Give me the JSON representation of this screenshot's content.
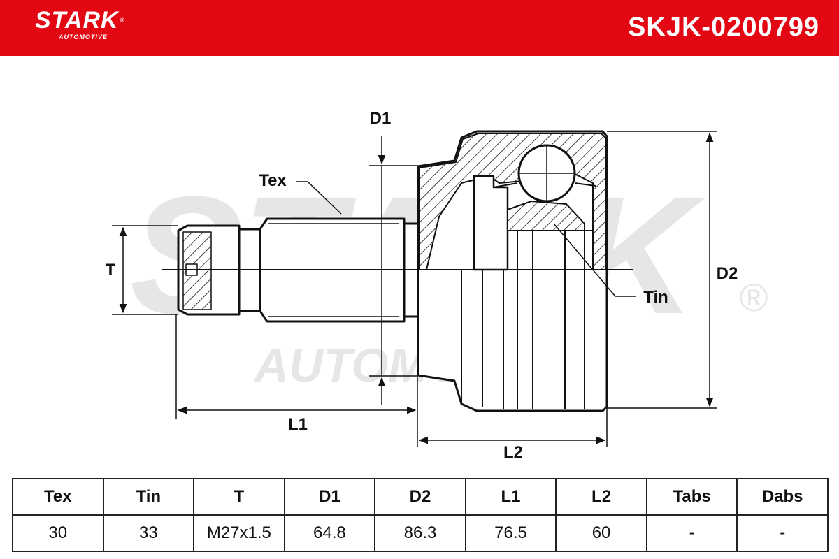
{
  "header": {
    "brand": "STARK",
    "brand_sub": "AUTOMOTIVE",
    "registered_mark": "®",
    "part_number": "SKJK-0200799"
  },
  "colors": {
    "brand_red": "#e30613",
    "watermark_gray": "#e6e6e6",
    "line_black": "#111111"
  },
  "watermark": {
    "brand": "STARK",
    "sub": "AUTOMOTIVE",
    "registered_mark": "®"
  },
  "diagram": {
    "labels": {
      "d1": "D1",
      "tex": "Tex",
      "t": "T",
      "d2": "D2",
      "tin": "Tin",
      "l1": "L1",
      "l2": "L2"
    }
  },
  "specs": {
    "headers": [
      "Tex",
      "Tin",
      "T",
      "D1",
      "D2",
      "L1",
      "L2",
      "Tabs",
      "Dabs"
    ],
    "values": [
      "30",
      "33",
      "M27x1.5",
      "64.8",
      "86.3",
      "76.5",
      "60",
      "-",
      "-"
    ]
  }
}
